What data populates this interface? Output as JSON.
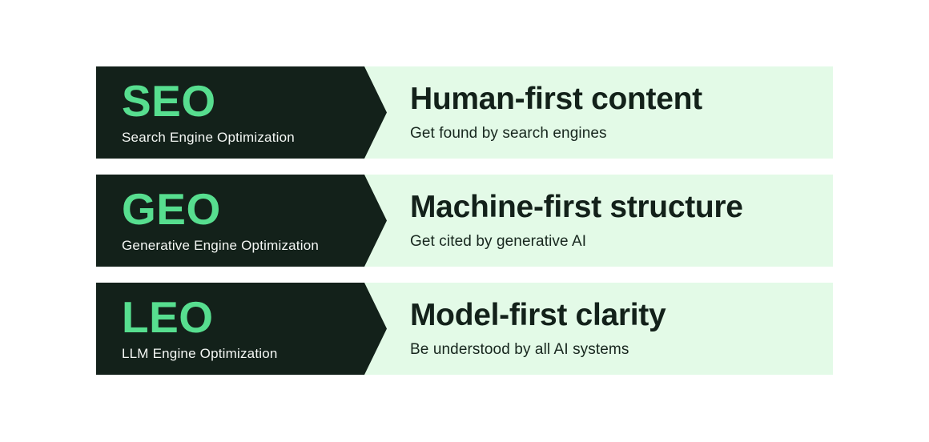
{
  "colors": {
    "page_bg": "#ffffff",
    "dark_panel": "#13211a",
    "accent_green": "#57de8f",
    "light_green_panel": "#e3fae7",
    "white_text": "#f4f7f4",
    "sub_dark_text": "#17271e"
  },
  "rows": [
    {
      "acronym": "SEO",
      "acronym_full": "Search Engine Optimization",
      "heading": "Human-first content",
      "subheading": "Get found by search engines"
    },
    {
      "acronym": "GEO",
      "acronym_full": "Generative Engine Optimization",
      "heading": "Machine-first structure",
      "subheading": "Get cited by generative AI"
    },
    {
      "acronym": "LEO",
      "acronym_full": "LLM Engine Optimization",
      "heading": "Model-first clarity",
      "subheading": "Be understood by all AI systems"
    }
  ]
}
